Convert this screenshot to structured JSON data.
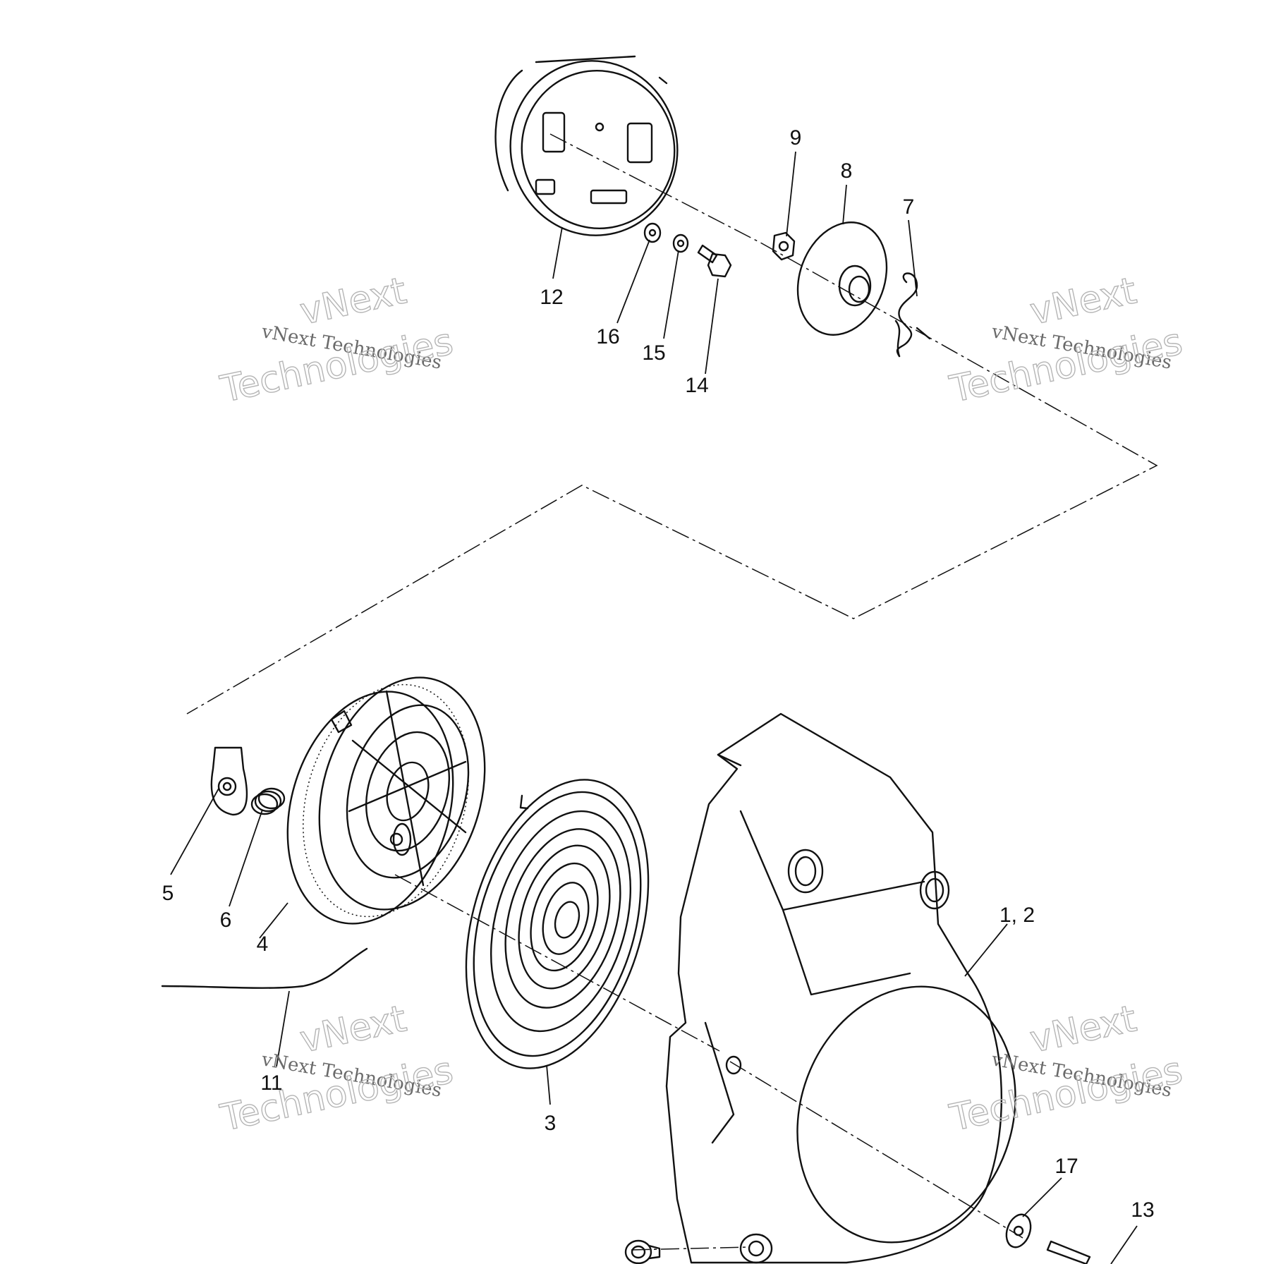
{
  "diagram": {
    "callouts": [
      {
        "id": "c9",
        "label": "9"
      },
      {
        "id": "c8",
        "label": "8"
      },
      {
        "id": "c7",
        "label": "7"
      },
      {
        "id": "c12",
        "label": "12"
      },
      {
        "id": "c16",
        "label": "16"
      },
      {
        "id": "c15",
        "label": "15"
      },
      {
        "id": "c14",
        "label": "14"
      },
      {
        "id": "c5",
        "label": "5"
      },
      {
        "id": "c6",
        "label": "6"
      },
      {
        "id": "c4",
        "label": "4"
      },
      {
        "id": "c12b",
        "label": "1, 2"
      },
      {
        "id": "c11",
        "label": "11"
      },
      {
        "id": "c3",
        "label": "3"
      },
      {
        "id": "c17",
        "label": "17"
      },
      {
        "id": "c13",
        "label": "13"
      }
    ],
    "watermark": {
      "small": "vNext Technologies",
      "big_line1": "vNext",
      "big_line2": "Technologies"
    }
  }
}
